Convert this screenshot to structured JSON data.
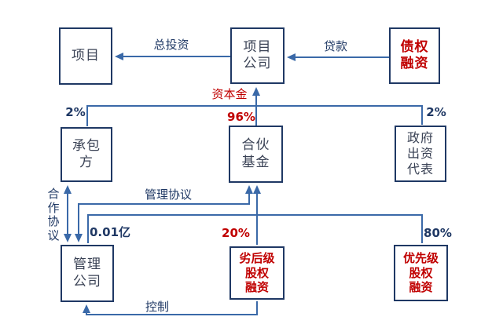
{
  "colors": {
    "box_border": "#1f3864",
    "box_text": "#3a4255",
    "connector_blue": "#3a69a8",
    "label_navy": "#1f3864",
    "highlight_red": "#c00000",
    "background": "#ffffff"
  },
  "boxes": {
    "project": {
      "label": "项目"
    },
    "project_company": {
      "label": "项目\n公司"
    },
    "debt_financing": {
      "label": "债权\n融资"
    },
    "contractor": {
      "label": "承包\n方"
    },
    "partnership_fund": {
      "label": "合伙\n基金"
    },
    "government_rep": {
      "label": "政府\n出资\n代表"
    },
    "management_company": {
      "label": "管理\n公司"
    },
    "subordinated_equity": {
      "label": "劣后级\n股权\n融资"
    },
    "senior_equity": {
      "label": "优先级\n股权\n融资"
    }
  },
  "edge_labels": {
    "total_investment": "总投资",
    "loan": "贷款",
    "capital_fund": "资本金",
    "pct_96": "96%",
    "pct_2_left": "2%",
    "pct_2_right": "2%",
    "management_agreement": "管理协议",
    "cooperation_agreement": "合\n作\n协\n议",
    "amount_001_yi": "0.01亿",
    "pct_20": "20%",
    "pct_80": "80%",
    "control": "控制"
  }
}
